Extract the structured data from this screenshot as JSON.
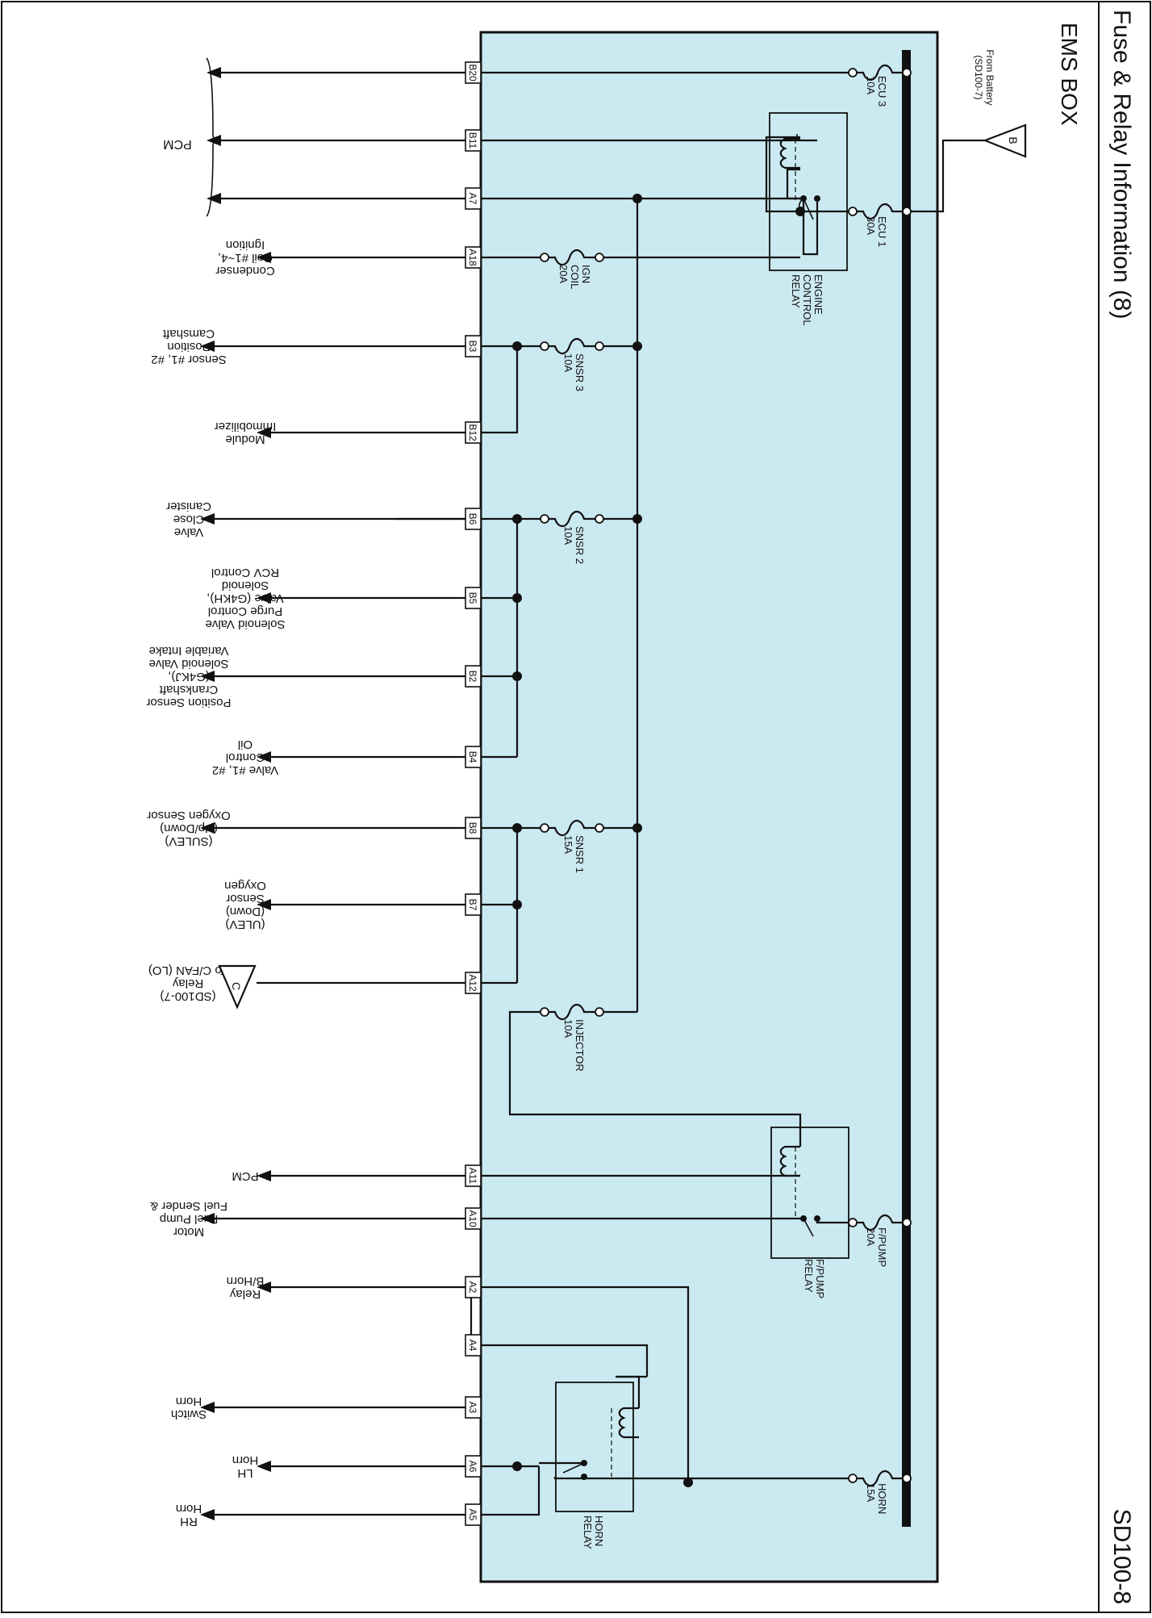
{
  "header": {
    "title": "Fuse & Relay Information (8)",
    "page_code": "SD100-8",
    "section": "EMS BOX"
  },
  "battery": {
    "label_line1": "From Battery",
    "label_line2": "(SD100-7)",
    "connector": "B"
  },
  "fuses": {
    "ecu3": {
      "name": "ECU 3",
      "rating": "10A"
    },
    "ecu1": {
      "name": "ECU 1",
      "rating": "30A"
    },
    "ign_coil": {
      "name1": "IGN",
      "name2": "COIL",
      "rating": "20A"
    },
    "snsr3": {
      "name": "SNSR 3",
      "rating": "10A"
    },
    "snsr2": {
      "name": "SNSR 2",
      "rating": "10A"
    },
    "snsr1": {
      "name": "SNSR 1",
      "rating": "15A"
    },
    "injector": {
      "name": "INJECTOR",
      "rating": "10A"
    },
    "fpump": {
      "name": "F/PUMP",
      "rating": "20A"
    },
    "horn": {
      "name": "HORN",
      "rating": "15A"
    }
  },
  "relays": {
    "engine": {
      "l1": "ENGINE",
      "l2": "CONTROL",
      "l3": "RELAY"
    },
    "fpump": {
      "l1": "F/PUMP",
      "l2": "RELAY"
    },
    "horn": {
      "l1": "HORN",
      "l2": "RELAY"
    }
  },
  "pins": {
    "B20": "B20",
    "B11": "B11",
    "A7": "A7",
    "A18": "A18",
    "B3": "B3",
    "B12": "B12",
    "B6": "B6",
    "B5": "B5",
    "B2": "B2",
    "B4": "B4",
    "B8": "B8",
    "B7": "B7",
    "A12": "A12",
    "A11": "A11",
    "A10": "A10",
    "A2": "A2",
    "A4": "A4",
    "A3": "A3",
    "A6": "A6",
    "A5": "A5"
  },
  "destinations": {
    "pcm_group": "PCM",
    "ign_coil": [
      "Ignition",
      "Coil #1~4,",
      "Condenser"
    ],
    "camshaft": [
      "Camshaft",
      "Position",
      "Sensor #1, #2"
    ],
    "immobilizer": [
      "Immobilizer",
      "Module"
    ],
    "canister": [
      "Canister",
      "Close",
      "Valve"
    ],
    "rcv": [
      "RCV Control",
      "Solenoid",
      "Valve (G4KH),",
      "Purge Control",
      "Solenoid Valve"
    ],
    "variable_intake": [
      "Variable Intake",
      "Solenoid Valve",
      "(G4KJ),",
      "Crankshaft",
      "Position Sensor"
    ],
    "oil_control": [
      "Oil",
      "Control",
      "Valve #1, #2"
    ],
    "oxygen_updown": [
      "Oxygen Sensor",
      "(Up/Down)",
      "(SULEV)"
    ],
    "oxygen_down": [
      "Oxygen",
      "Sensor",
      "(Down)",
      "(ULEV)"
    ],
    "cfan": [
      "To C/FAN (LO)",
      "Relay",
      "(SD100-7)"
    ],
    "cfan_connector": "C",
    "pcm_a11": "PCM",
    "fuel_sender": [
      "Fuel Sender &",
      "Fuel Pump",
      "Motor"
    ],
    "bhorn": [
      "B/Horn",
      "Relay"
    ],
    "horn_switch": [
      "Horn",
      "Switch"
    ],
    "horn_lh": [
      "Horn",
      "LH"
    ],
    "horn_rh": [
      "Horn",
      "RH"
    ]
  },
  "colors": {
    "box_fill": "#cbe9f1",
    "line": "#111111"
  }
}
